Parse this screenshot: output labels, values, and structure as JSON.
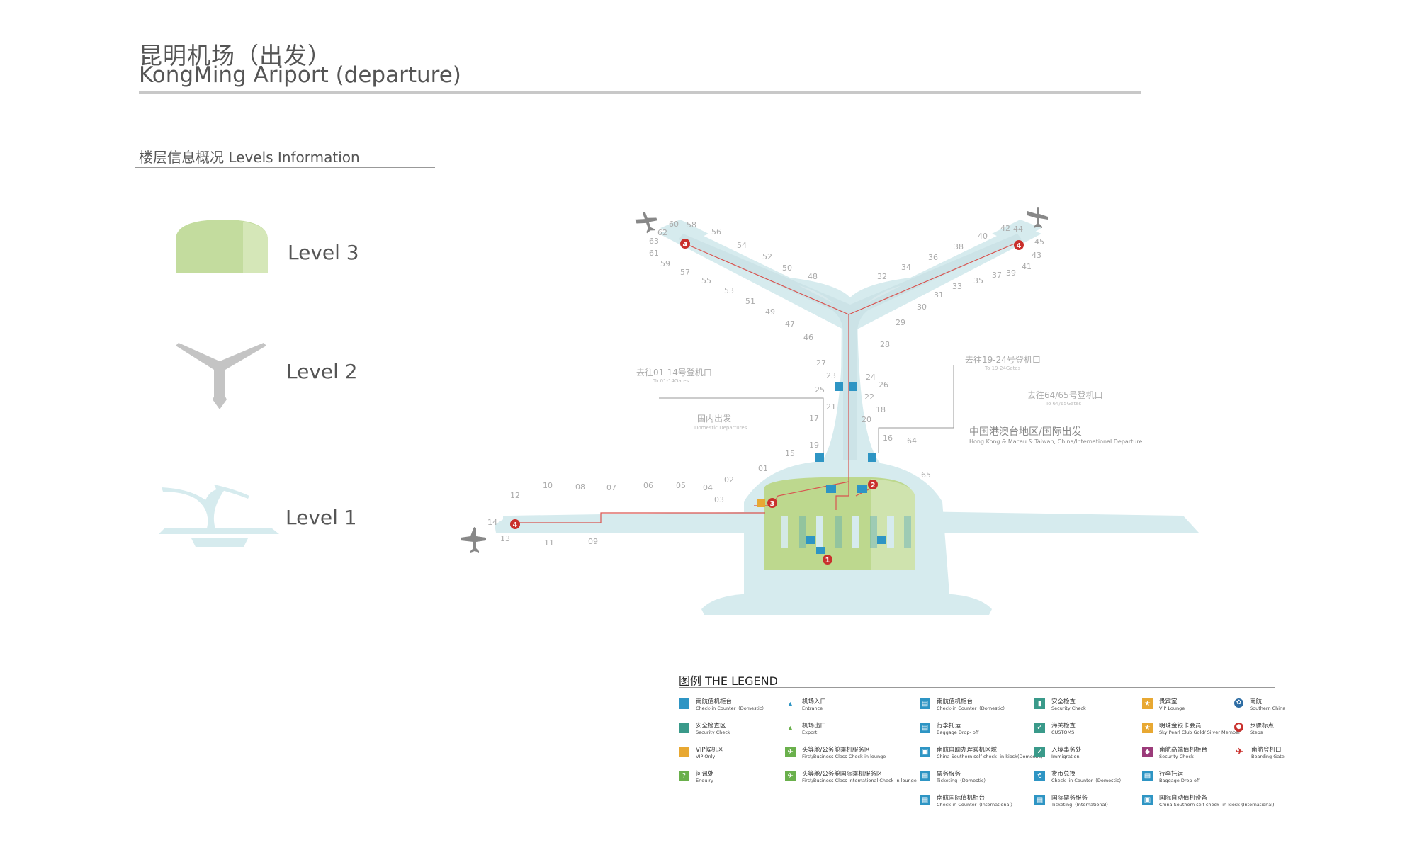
{
  "header": {
    "title_cn": "昆明机场（出发）",
    "title_en": "KongMing Ariport (departure)"
  },
  "levels": {
    "heading": "楼层信息概况  Levels Information",
    "items": [
      {
        "label": "Level 3",
        "color": "#c3dc9e"
      },
      {
        "label": "Level 2",
        "color": "#c4c4c4"
      },
      {
        "label": "Level 1",
        "color": "#d6ebee"
      }
    ]
  },
  "map": {
    "colors": {
      "level1": "#d6ebee",
      "level3": "#bdd88e",
      "route": "#d9534f",
      "marker": "#c9302c"
    },
    "gates": [
      "60",
      "58",
      "56",
      "54",
      "52",
      "50",
      "48",
      "62",
      "63",
      "61",
      "59",
      "57",
      "55",
      "53",
      "51",
      "49",
      "47",
      "46",
      "27",
      "23",
      "25",
      "21",
      "17",
      "19",
      "15",
      "01",
      "02",
      "03",
      "04",
      "05",
      "06",
      "07",
      "08",
      "10",
      "12",
      "14",
      "13",
      "11",
      "09",
      "32",
      "34",
      "36",
      "38",
      "40",
      "42",
      "44",
      "45",
      "43",
      "41",
      "39",
      "37",
      "35",
      "33",
      "31",
      "30",
      "29",
      "28",
      "24",
      "26",
      "22",
      "18",
      "20",
      "16",
      "64",
      "65"
    ],
    "annotations": {
      "to_gates_01_14_cn": "去往01-14号登机口",
      "to_gates_01_14_en": "To 01-14Gates",
      "to_gates_19_24_cn": "去往19-24号登机口",
      "to_gates_19_24_en": "To 19-24Gates",
      "to_gates_64_65_cn": "去往64/65号登机口",
      "to_gates_64_65_en": "To 64/65Gates",
      "domestic_cn": "国内出发",
      "domestic_en": "Domestic Departures",
      "intl_cn": "中国港澳台地区/国际出发",
      "intl_en": "Hong Kong & Macau & Taiwan, China/International Departure"
    },
    "markers": [
      "1",
      "2",
      "3",
      "4",
      "4",
      "4"
    ]
  },
  "legend": {
    "title": "图例  THE LEGEND",
    "items": [
      {
        "cn": "南航值机柜台",
        "en": "Check-in Counter（Domestic）",
        "icon": "square-icon",
        "color": "#2e95c4"
      },
      {
        "cn": "安全检查区",
        "en": "Security Check",
        "icon": "square-icon",
        "color": "#3a9a8a"
      },
      {
        "cn": "VIP候机区",
        "en": "VIP Only",
        "icon": "square-icon",
        "color": "#e8a832"
      },
      {
        "cn": "问讯处",
        "en": "Enquiry",
        "icon": "question-icon",
        "color": "#6ab04c"
      },
      {
        "cn": "机场入口",
        "en": "Entrance",
        "icon": "person-in-icon",
        "color": "#2e95c4"
      },
      {
        "cn": "机场出口",
        "en": "Export",
        "icon": "person-out-icon",
        "color": "#6ab04c"
      },
      {
        "cn": "头等舱/公务舱乘机服务区",
        "en": "First/Business Class Check-in lounge",
        "icon": "lounge-icon",
        "color": "#6ab04c"
      },
      {
        "cn": "头等舱/公务舱国际乘机服务区",
        "en": "First/Business Class International Check-in lounge",
        "icon": "lounge-intl-icon",
        "color": "#6ab04c"
      },
      {
        "cn": "南航值机柜台",
        "en": "Check-in Counter（Domestic）",
        "icon": "checkin-icon",
        "color": "#2e95c4"
      },
      {
        "cn": "行李托运",
        "en": "Baggage Drop- off",
        "icon": "baggage-icon",
        "color": "#2e95c4"
      },
      {
        "cn": "南航自助办理乘机区域",
        "en": "China Southern self check- in kiosk(Domestic)",
        "icon": "kiosk-icon",
        "color": "#2e95c4"
      },
      {
        "cn": "票务服务",
        "en": "Ticketing（Domestic）",
        "icon": "ticket-icon",
        "color": "#2e95c4"
      },
      {
        "cn": "南航国际值机柜台",
        "en": "Check-in Counter（International）",
        "icon": "checkin-intl-icon",
        "color": "#2e95c4"
      },
      {
        "cn": "安全检查",
        "en": "Security Check",
        "icon": "security-icon",
        "color": "#3a9a8a"
      },
      {
        "cn": "海关检查",
        "en": "CUSTOMS",
        "icon": "customs-icon",
        "color": "#3a9a8a"
      },
      {
        "cn": "入境事务处",
        "en": "Immigration",
        "icon": "immigration-icon",
        "color": "#3a9a8a"
      },
      {
        "cn": "货币兑换",
        "en": "Check- in Counter（Domestic）",
        "icon": "currency-icon",
        "color": "#2e95c4"
      },
      {
        "cn": "国际票务服务",
        "en": "Ticketing（International）",
        "icon": "ticket-intl-icon",
        "color": "#2e95c4"
      },
      {
        "cn": "贵宾室",
        "en": "VIP Lounge",
        "icon": "vip-icon",
        "color": "#e8a832"
      },
      {
        "cn": "明珠金银卡会员",
        "en": "Sky Pearl Club Gold/ Silver Member",
        "icon": "member-icon",
        "color": "#e8a832"
      },
      {
        "cn": "南航高端值机柜台",
        "en": "Security Check",
        "icon": "premium-icon",
        "color": "#9b3b7a"
      },
      {
        "cn": "行李托运",
        "en": "Baggage Drop-off",
        "icon": "baggage-icon",
        "color": "#2e95c4"
      },
      {
        "cn": "国际自动值机设备",
        "en": "China Southern self check- in kiosk (International)",
        "icon": "kiosk-intl-icon",
        "color": "#2e95c4"
      },
      {
        "cn": "南航",
        "en": "Southern China",
        "icon": "logo-icon",
        "color": "#2e6da4"
      },
      {
        "cn": "步骤标点",
        "en": "Steps",
        "icon": "step-icon",
        "color": "#c9302c"
      },
      {
        "cn": "南航登机口",
        "en": "Boarding Gate",
        "icon": "plane-icon",
        "color": "#c9302c"
      }
    ]
  }
}
